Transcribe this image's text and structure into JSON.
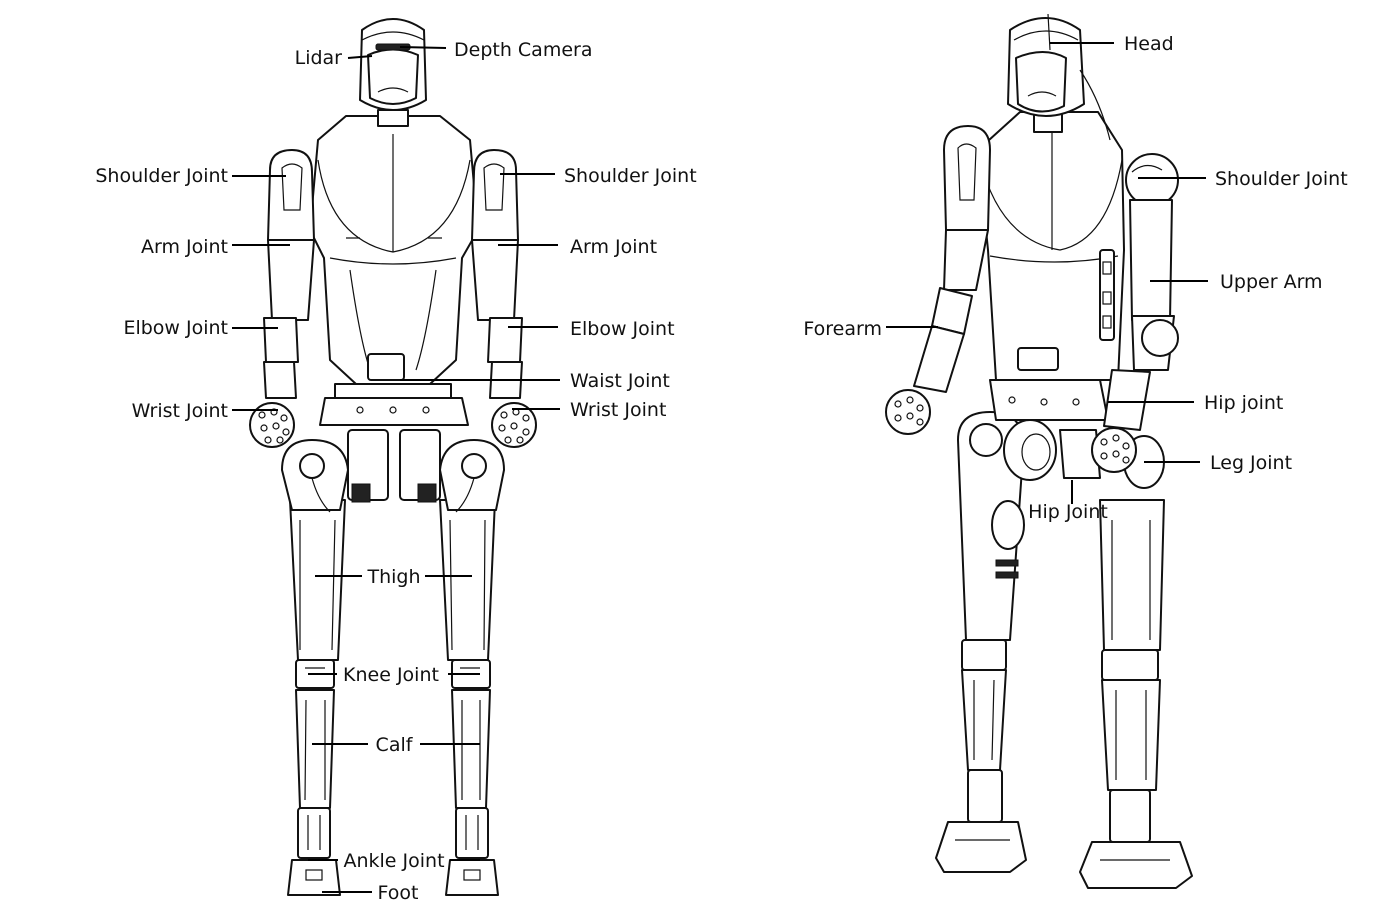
{
  "front_view": {
    "labels": {
      "lidar": "Lidar",
      "depth_camera": "Depth Camera",
      "shoulder_joint_left": "Shoulder Joint",
      "shoulder_joint_right": "Shoulder Joint",
      "arm_joint_left": "Arm Joint",
      "arm_joint_right": "Arm Joint",
      "elbow_joint_left": "Elbow Joint",
      "elbow_joint_right": "Elbow Joint",
      "waist_joint": "Waist Joint",
      "wrist_joint_left": "Wrist Joint",
      "wrist_joint_right": "Wrist Joint",
      "thigh": "Thigh",
      "knee_joint": "Knee Joint",
      "calf": "Calf",
      "ankle_joint": "Ankle Joint",
      "foot": "Foot"
    }
  },
  "side_view": {
    "labels": {
      "head": "Head",
      "shoulder_joint": "Shoulder Joint",
      "upper_arm": "Upper Arm",
      "forearm": "Forearm",
      "hip_joint_upper": "Hip joint",
      "leg_joint": "Leg Joint",
      "hip_joint_lower": "Hip Joint"
    }
  }
}
